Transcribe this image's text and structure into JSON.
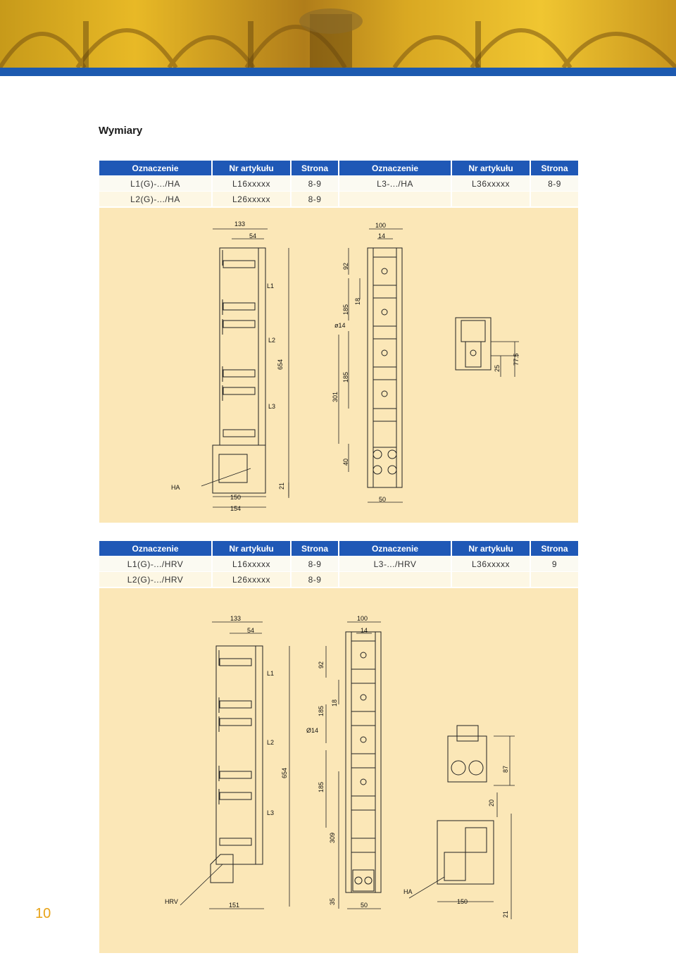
{
  "section_title": "Wymiary",
  "page_number": "10",
  "table1": {
    "headers": [
      "Oznaczenie",
      "Nr artykułu",
      "Strona",
      "Oznaczenie",
      "Nr artykułu",
      "Strona"
    ],
    "rows": [
      [
        "L1(G)-.../HA",
        "L16xxxxx",
        "8-9",
        "L3-.../HA",
        "L36xxxxx",
        "8-9"
      ],
      [
        "L2(G)-.../HA",
        "L26xxxxx",
        "8-9",
        "",
        "",
        ""
      ]
    ]
  },
  "table2": {
    "headers": [
      "Oznaczenie",
      "Nr artykułu",
      "Strona",
      "Oznaczenie",
      "Nr artykułu",
      "Strona"
    ],
    "rows": [
      [
        "L1(G)-.../HRV",
        "L16xxxxx",
        "8-9",
        "L3-.../HRV",
        "L36xxxxx",
        "9"
      ],
      [
        "L2(G)-.../HRV",
        "L26xxxxx",
        "8-9",
        "",
        "",
        ""
      ]
    ]
  },
  "drawing1": {
    "dims": {
      "d133": "133",
      "d54": "54",
      "d654": "654",
      "d21": "21",
      "d150": "150",
      "d154": "154",
      "d100": "100",
      "d14": "14",
      "d92": "92",
      "d18": "18",
      "d185a": "185",
      "dphi14": "ø14",
      "d185b": "185",
      "d301": "301",
      "d40": "40",
      "d50": "50",
      "d25": "25",
      "d775": "77.5"
    },
    "labels": {
      "l1": "L1",
      "l2": "L2",
      "l3": "L3",
      "ha": "HA"
    }
  },
  "drawing2": {
    "dims": {
      "d133": "133",
      "d54": "54",
      "d654": "654",
      "d151": "151",
      "d100": "100",
      "d14": "14",
      "d92": "92",
      "d18": "18",
      "d185a": "185",
      "dphi14": "Ø14",
      "d185b": "185",
      "d309": "309",
      "d35": "35",
      "d50": "50",
      "d87": "87",
      "d20": "20",
      "d150": "150",
      "d21": "21"
    },
    "labels": {
      "l1": "L1",
      "l2": "L2",
      "l3": "L3",
      "hrv": "HRV",
      "ha": "HA"
    }
  },
  "colors": {
    "header_blue": "#1f58b6",
    "panel_cream": "#fbe7b7",
    "page_number_orange": "#e8a317",
    "banner_gold": "#e8b926"
  }
}
